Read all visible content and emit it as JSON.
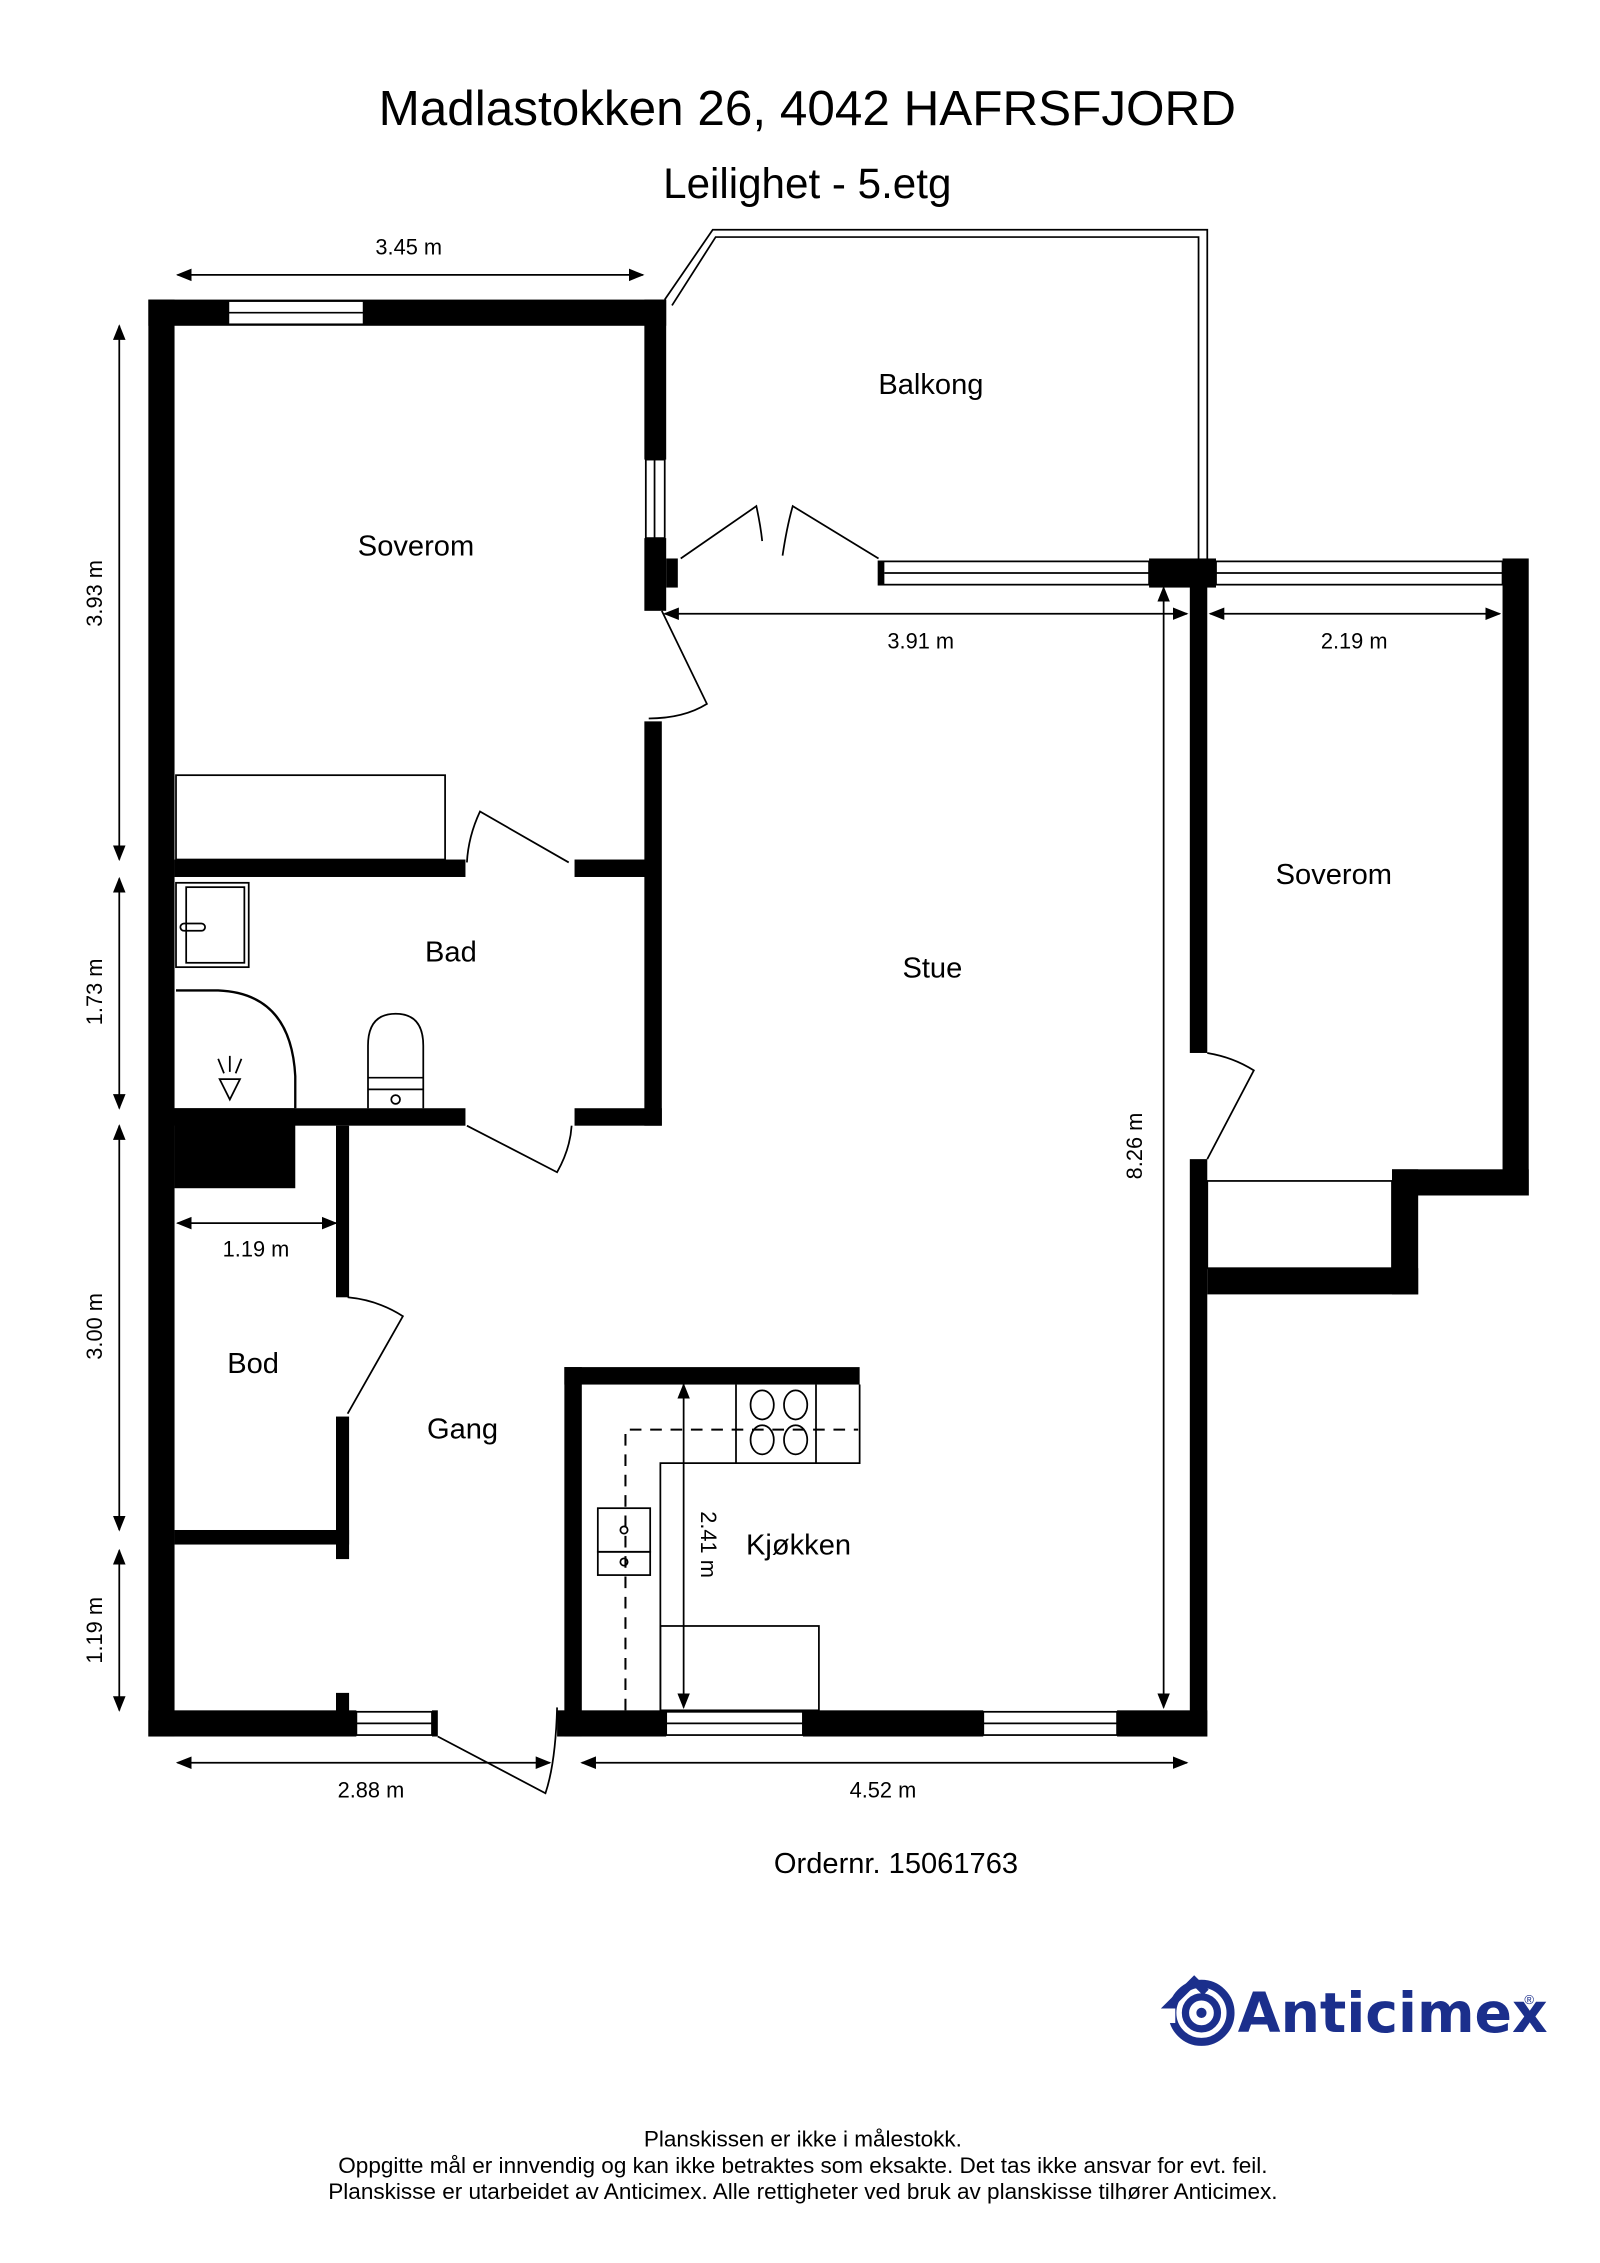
{
  "header": {
    "title": "Madlastokken 26, 4042 HAFRSFJORD",
    "subtitle": "Leilighet  - 5.etg"
  },
  "rooms": {
    "soverom_1": "Soverom",
    "balkong": "Balkong",
    "bad": "Bad",
    "stue": "Stue",
    "soverom_2": "Soverom",
    "bod": "Bod",
    "gang": "Gang",
    "kjokken": "Kjøkken"
  },
  "dimensions": {
    "top_soverom_width": "3.45 m",
    "soverom_height": "3.93 m",
    "stue_width": "3.91 m",
    "soverom_right_width": "2.19 m",
    "bad_height": "1.73 m",
    "bod_height": "3.00 m",
    "bod_width": "1.19 m",
    "gang_lower_height": "1.19 m",
    "stue_height": "8.26 m",
    "kjokken_height": "2.41 m",
    "bottom_left_width": "2.88 m",
    "bottom_right_width": "4.52 m"
  },
  "order": {
    "label": "Ordernr. 15061763"
  },
  "brand": {
    "name": "Anticimex",
    "registered": "®",
    "color": "#1b2f8c",
    "icon": "anticimex-logo-icon"
  },
  "footer": {
    "line1": "Planskissen er ikke i målestokk.",
    "line2": "Oppgitte mål er innvendig og kan ikke betraktes som eksakte. Det tas ikke ansvar for evt. feil.",
    "line3": "Planskisse er utarbeidet av Anticimex. Alle rettigheter ved bruk av planskisse tilhører Anticimex."
  },
  "colors": {
    "walls": "#000000",
    "background": "#ffffff"
  }
}
